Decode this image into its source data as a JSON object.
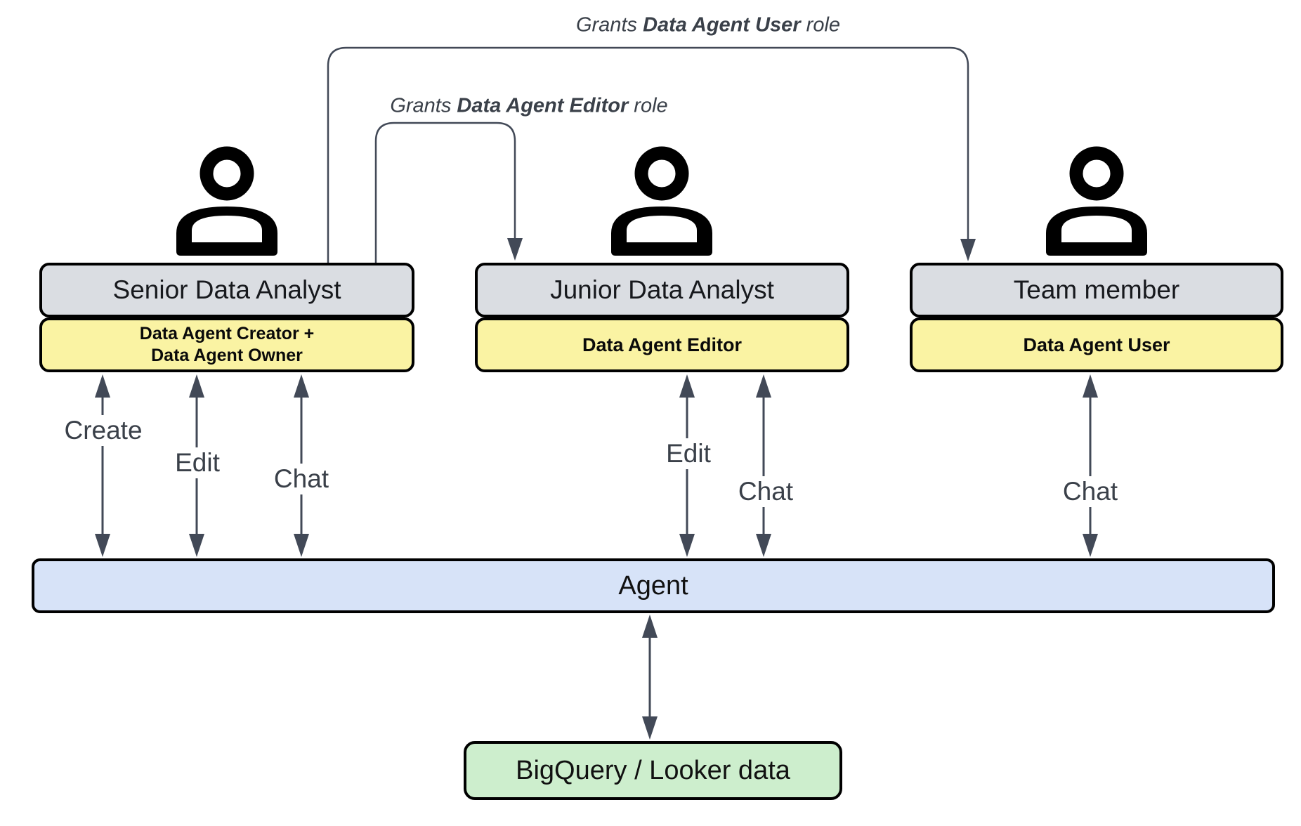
{
  "grant_labels": [
    {
      "prefix": "Grants ",
      "bold": "Data Agent User",
      "suffix": " role"
    },
    {
      "prefix": "Grants ",
      "bold": "Data Agent Editor",
      "suffix": " role"
    }
  ],
  "actors": [
    {
      "name": "Senior Data Analyst",
      "role_lines": [
        "Data Agent Creator +",
        "Data Agent Owner"
      ],
      "actions": [
        "Create",
        "Edit",
        "Chat"
      ],
      "icon": "person-icon"
    },
    {
      "name": "Junior Data Analyst",
      "role_lines": [
        "Data Agent Editor"
      ],
      "actions": [
        "Edit",
        "Chat"
      ],
      "icon": "person-icon"
    },
    {
      "name": "Team member",
      "role_lines": [
        "Data Agent User"
      ],
      "actions": [
        "Chat"
      ],
      "icon": "person-icon"
    }
  ],
  "agent": {
    "label": "Agent"
  },
  "datasource": {
    "label": "BigQuery / Looker data"
  },
  "colors": {
    "name_box_fill": "#dadde2",
    "role_box_fill": "#faf3a3",
    "agent_fill": "#d7e3f8",
    "datasource_fill": "#cdeecd",
    "box_border": "#000000",
    "connector": "#424957",
    "label_text": "#3a4049"
  }
}
